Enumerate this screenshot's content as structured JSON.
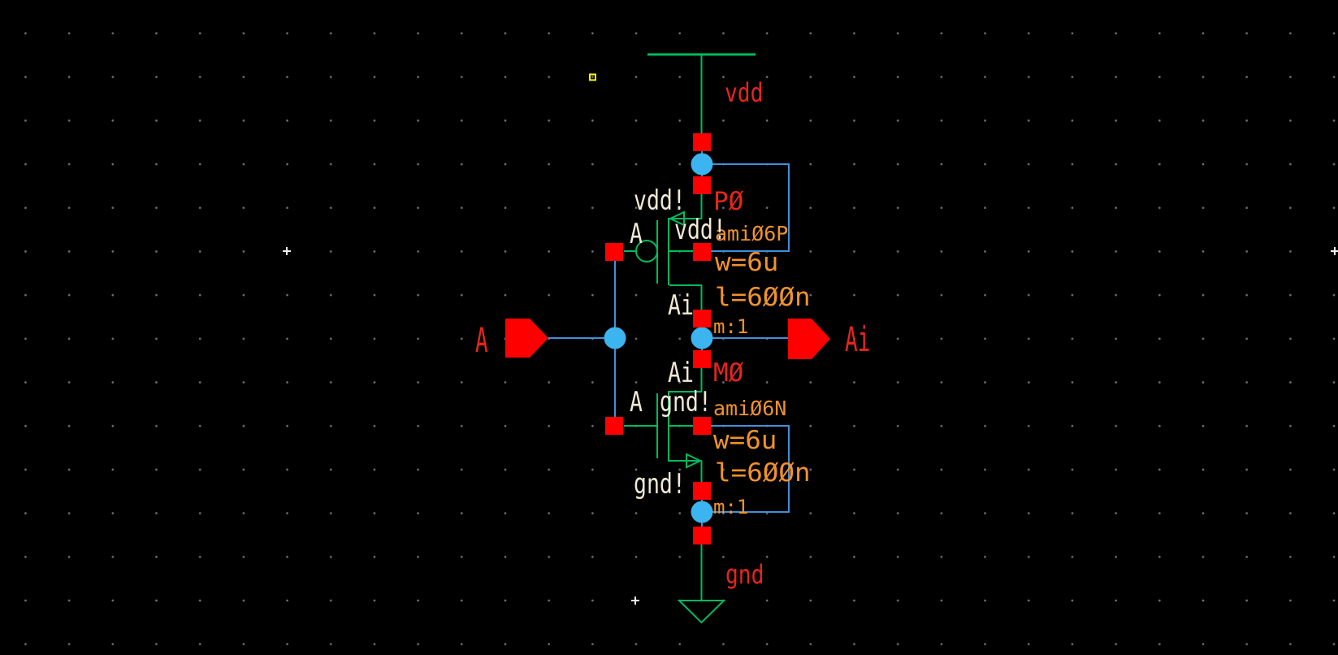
{
  "colors": {
    "background": "#000000",
    "grid_dot": "#70707a",
    "wire": "#4090d8",
    "junction": "#3cb4f0",
    "symbol": "#00bb5c",
    "pin": "#ff0000",
    "label_red": "#e8251a",
    "label_white": "#f2e9d5",
    "label_orange": "#f0922d",
    "marker_yellow": "#ffff00",
    "origin_cross": "#eeeeee"
  },
  "rails": {
    "vdd": {
      "label": "vdd"
    },
    "gnd": {
      "label": "gnd"
    }
  },
  "ports": {
    "input": {
      "name": "A"
    },
    "output": {
      "name": "Ai"
    }
  },
  "pmos": {
    "instance_name": "P0",
    "cell_name": "ami06P",
    "param_w": "w=6u",
    "param_l": "l=600n",
    "param_m": "m:1",
    "nets": {
      "source": "vdd!",
      "gate": "A",
      "drain": "Ai",
      "bulk": "vdd!"
    }
  },
  "nmos": {
    "instance_name": "M0",
    "cell_name": "ami06N",
    "param_w": "w=6u",
    "param_l": "l=600n",
    "param_m": "m:1",
    "nets": {
      "source": "gnd!",
      "gate": "A",
      "drain": "Ai",
      "bulk": "gnd!"
    }
  }
}
